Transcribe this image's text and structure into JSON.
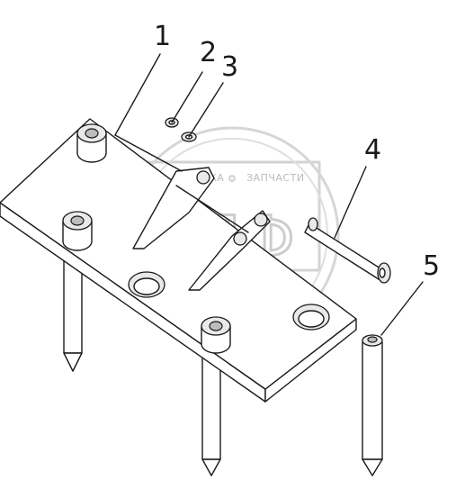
{
  "watermark": {
    "logo_letters": "ЭПФ",
    "word_left": "ЕХНИКА",
    "word_right": "ЗАПЧАСТИ"
  },
  "callouts": [
    {
      "label": "1"
    },
    {
      "label": "2"
    },
    {
      "label": "3"
    },
    {
      "label": "4"
    },
    {
      "label": "5"
    }
  ]
}
